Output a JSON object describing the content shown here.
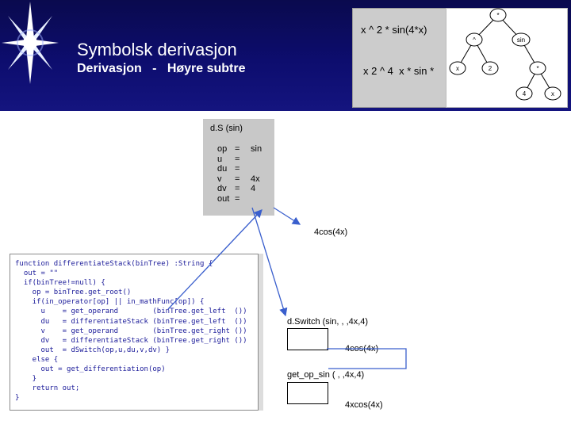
{
  "slide": {
    "title": "Symbolsk derivasjon",
    "subtitle": "Derivasjon   -   Høyre subtre"
  },
  "tree": {
    "expression": "x ^ 2 * sin(4*x)",
    "postfix": "x 2 ^ 4  x * sin *",
    "nodes": {
      "root": "*",
      "pow": "^",
      "sin": "sin",
      "x1": "x",
      "two": "2",
      "mul": "*",
      "four": "4",
      "x2": "x"
    }
  },
  "frame": {
    "header": "d.S (sin)",
    "rows": [
      {
        "name": "op",
        "eq": "=",
        "val": "sin"
      },
      {
        "name": "u",
        "eq": "=",
        "val": ""
      },
      {
        "name": "du",
        "eq": "=",
        "val": ""
      },
      {
        "name": "v",
        "eq": "=",
        "val": "4x"
      },
      {
        "name": "dv",
        "eq": "=",
        "val": "4"
      },
      {
        "name": "out",
        "eq": "=",
        "val": ""
      }
    ]
  },
  "results": {
    "r1": "4cos(4x)",
    "dswitch": "d.Switch (sin, , ,4x,4)",
    "r2": "4cos(4x)",
    "getop": "get_op_sin ( , ,4x,4)",
    "r3": "4xcos(4x)"
  },
  "code": {
    "lines": [
      "function differentiateStack(binTree) :String {",
      "  out = \"\"",
      "  if(binTree!=null) {",
      "    op = binTree.get_root()",
      "    if(in_operator[op] || in_mathFunc[op]) {",
      "      u    = get_operand        (binTree.get_left  ())",
      "      du   = differentiateStack (binTree.get_left  ())",
      "      v    = get_operand        (binTree.get_right ())",
      "      dv   = differentiateStack (binTree.get_right ())",
      "      out  = dSwitch(op,u,du,v,dv) }",
      "    else {",
      "      out = get_differentiation(op)",
      "    }",
      "    return out;",
      "}"
    ]
  },
  "colors": {
    "background": "#0d0d6e",
    "arrow": "#3a5fcd",
    "code": "#1a1a99"
  }
}
